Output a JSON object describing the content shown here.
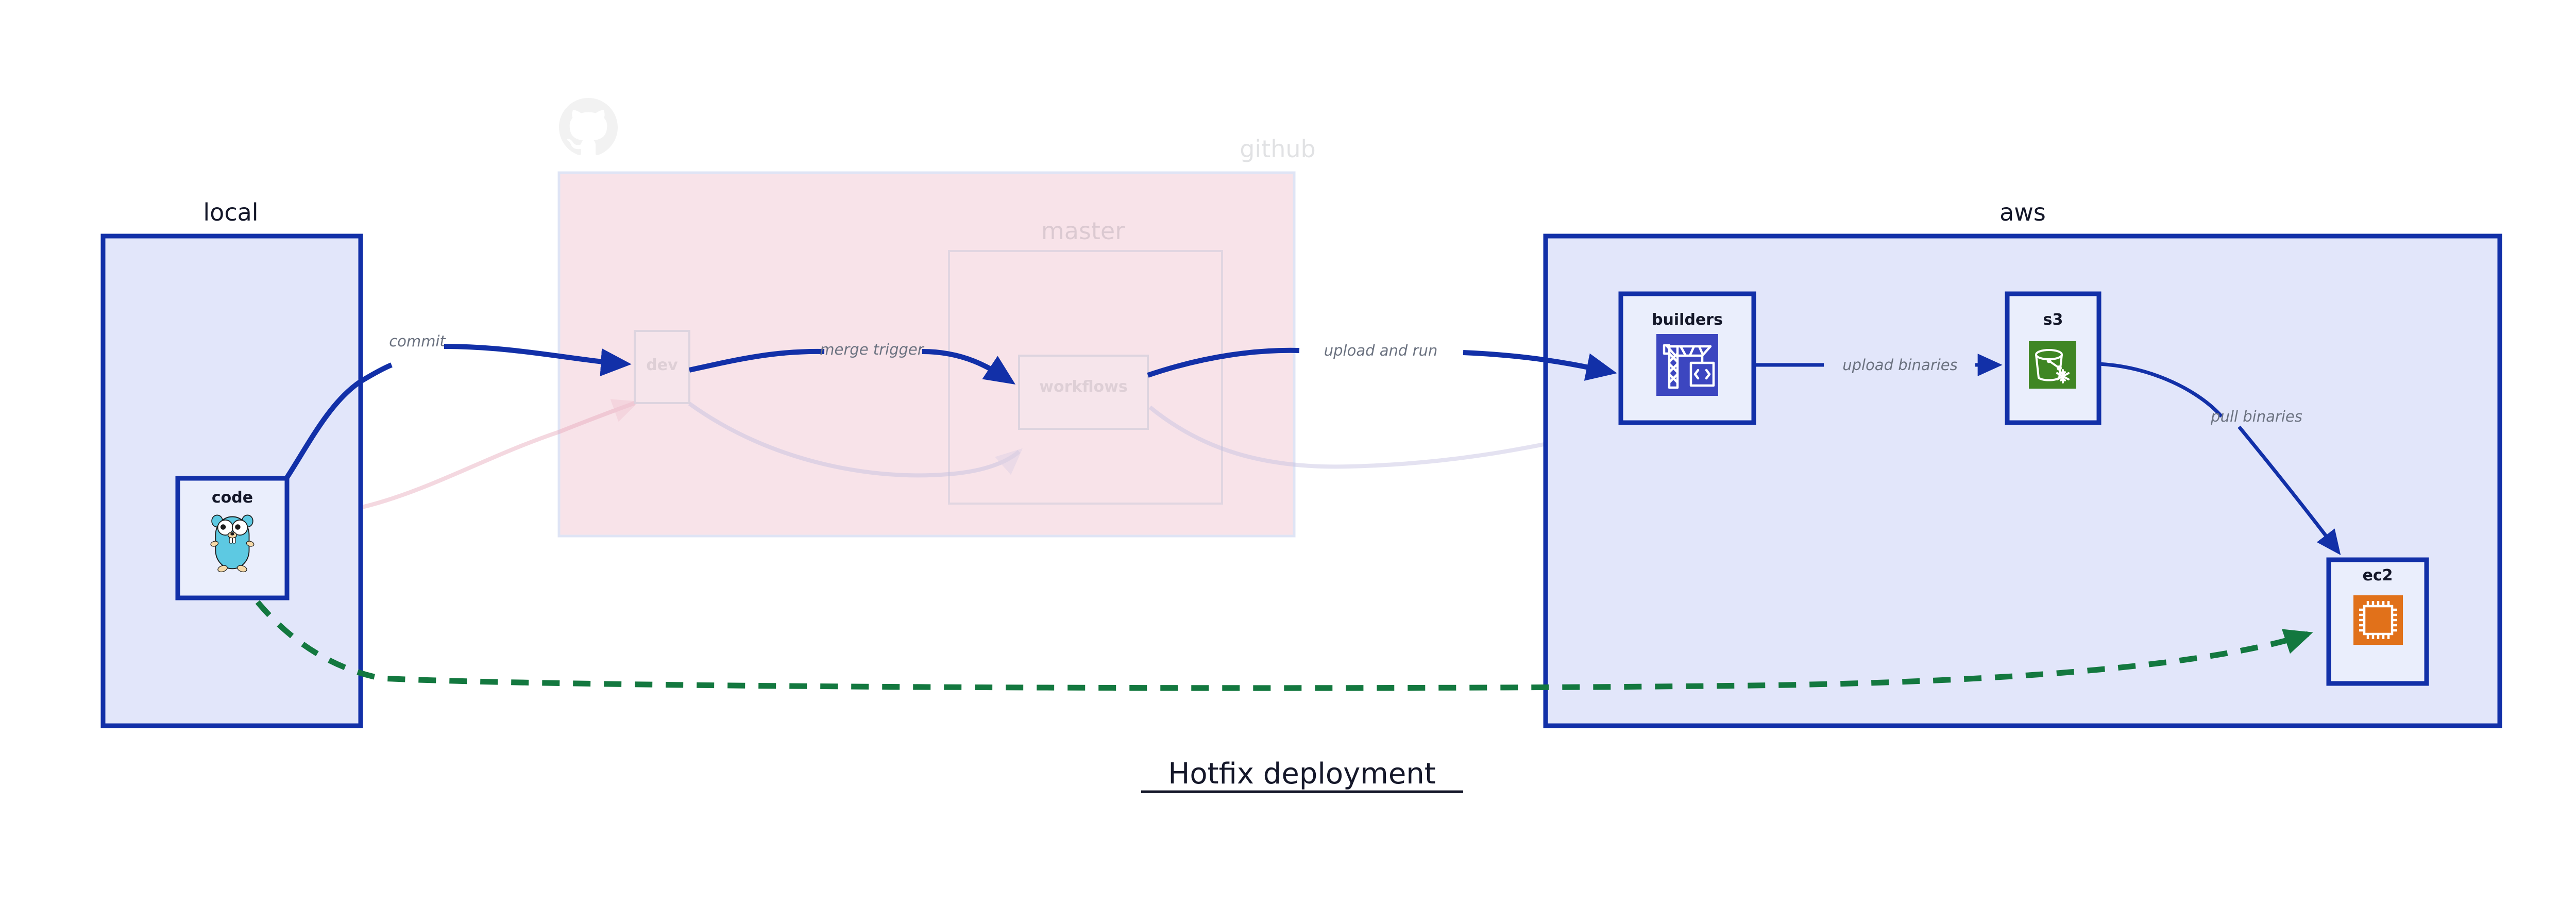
{
  "diagram": {
    "title": "Hotfix deployment",
    "groups": [
      {
        "id": "local",
        "label": "local",
        "faded": false
      },
      {
        "id": "github",
        "label": "github",
        "faded": true
      },
      {
        "id": "master",
        "label": "master",
        "faded": true
      },
      {
        "id": "aws",
        "label": "aws",
        "faded": false
      }
    ],
    "nodes": [
      {
        "id": "code",
        "label": "code",
        "icon": "go-gopher-icon",
        "faded": false
      },
      {
        "id": "dev",
        "label": "dev",
        "icon": "branch-icon",
        "faded": true
      },
      {
        "id": "workflows",
        "label": "workflows",
        "icon": "workflow-icon",
        "faded": true
      },
      {
        "id": "builders",
        "label": "builders",
        "icon": "aws-crane-icon",
        "faded": false
      },
      {
        "id": "s3",
        "label": "s3",
        "icon": "aws-s3-icon",
        "faded": false
      },
      {
        "id": "ec2",
        "label": "ec2",
        "icon": "aws-ec2-chip-icon",
        "faded": false
      }
    ],
    "edges": [
      {
        "id": "commit",
        "label": "commit",
        "from": "code",
        "to": "dev",
        "style": "solid",
        "faded": false
      },
      {
        "id": "merge-trigger",
        "label": "merge trigger",
        "from": "dev",
        "to": "workflows",
        "style": "solid",
        "faded": false
      },
      {
        "id": "upload-and-run",
        "label": "upload and run",
        "from": "workflows",
        "to": "builders",
        "style": "solid",
        "faded": false
      },
      {
        "id": "upload-binaries",
        "label": "upload binaries",
        "from": "builders",
        "to": "s3",
        "style": "thin",
        "faded": false
      },
      {
        "id": "pull-binaries",
        "label": "pull binaries",
        "from": "s3",
        "to": "ec2",
        "style": "thin",
        "faded": false
      },
      {
        "id": "hotfix-path",
        "label": "",
        "from": "code",
        "to": "ec2",
        "style": "dashed-green",
        "faded": false
      },
      {
        "id": "faded-code-dev",
        "label": "",
        "from": "code",
        "to": "dev",
        "style": "faded-pink",
        "faded": true
      },
      {
        "id": "faded-dev-wf",
        "label": "",
        "from": "dev",
        "to": "workflows",
        "style": "faded-lav",
        "faded": true
      },
      {
        "id": "faded-wf-build",
        "label": "",
        "from": "workflows",
        "to": "builders",
        "style": "faded-lav",
        "faded": true
      }
    ],
    "colors": {
      "group_border": "#1230a8",
      "group_fill": "#e2e6fa",
      "node_border": "#1230a8",
      "node_fill": "#eaeefc",
      "github_fill": "#f8e3e9",
      "edge_blue": "#1230a8",
      "edge_green": "#13783f",
      "label_gray": "#6b7280",
      "text_dark": "#141729",
      "aws_builders": "#3c46c0",
      "aws_s3": "#3f8624",
      "aws_ec2": "#e1711a",
      "gopher_body": "#5dc9e2",
      "github_logo": "#e3e3e3"
    }
  }
}
